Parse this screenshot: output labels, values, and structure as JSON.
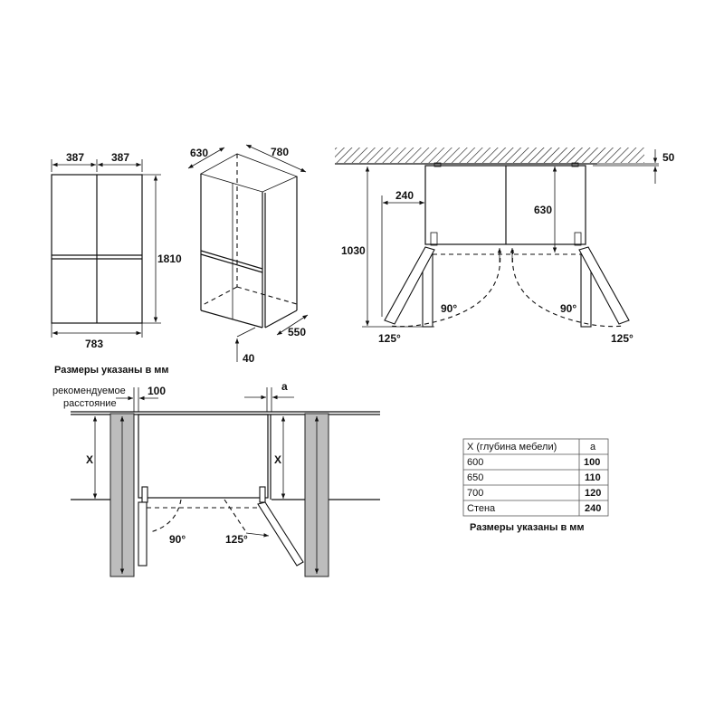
{
  "front_view": {
    "width_left": "387",
    "width_right": "387",
    "height": "1810",
    "total_width": "783"
  },
  "iso_view": {
    "depth": "630",
    "diagonal": "780",
    "depth_no_door": "550",
    "bottom_gap": "40"
  },
  "top_view": {
    "wall_gap": "50",
    "clearance_side": "240",
    "depth": "630",
    "total_depth_open": "1030",
    "angle_left_90": "90°",
    "angle_left_125": "125°",
    "angle_right_90": "90°",
    "angle_right_125": "125°"
  },
  "units_caption_top": "Размеры указаны в мм",
  "install_view": {
    "recommended_line1": "рекомендуемое",
    "recommended_line2": "расстояние",
    "recommended_value": "100",
    "gap_label": "a",
    "x_left": "X",
    "x_right": "X",
    "angle_90": "90°",
    "angle_125": "125°"
  },
  "table": {
    "headers": [
      "X (глубина мебели)",
      "a"
    ],
    "rows": [
      [
        "600",
        "100"
      ],
      [
        "650",
        "110"
      ],
      [
        "700",
        "120"
      ],
      [
        "Стена",
        "240"
      ]
    ],
    "caption": "Размеры указаны в мм"
  }
}
